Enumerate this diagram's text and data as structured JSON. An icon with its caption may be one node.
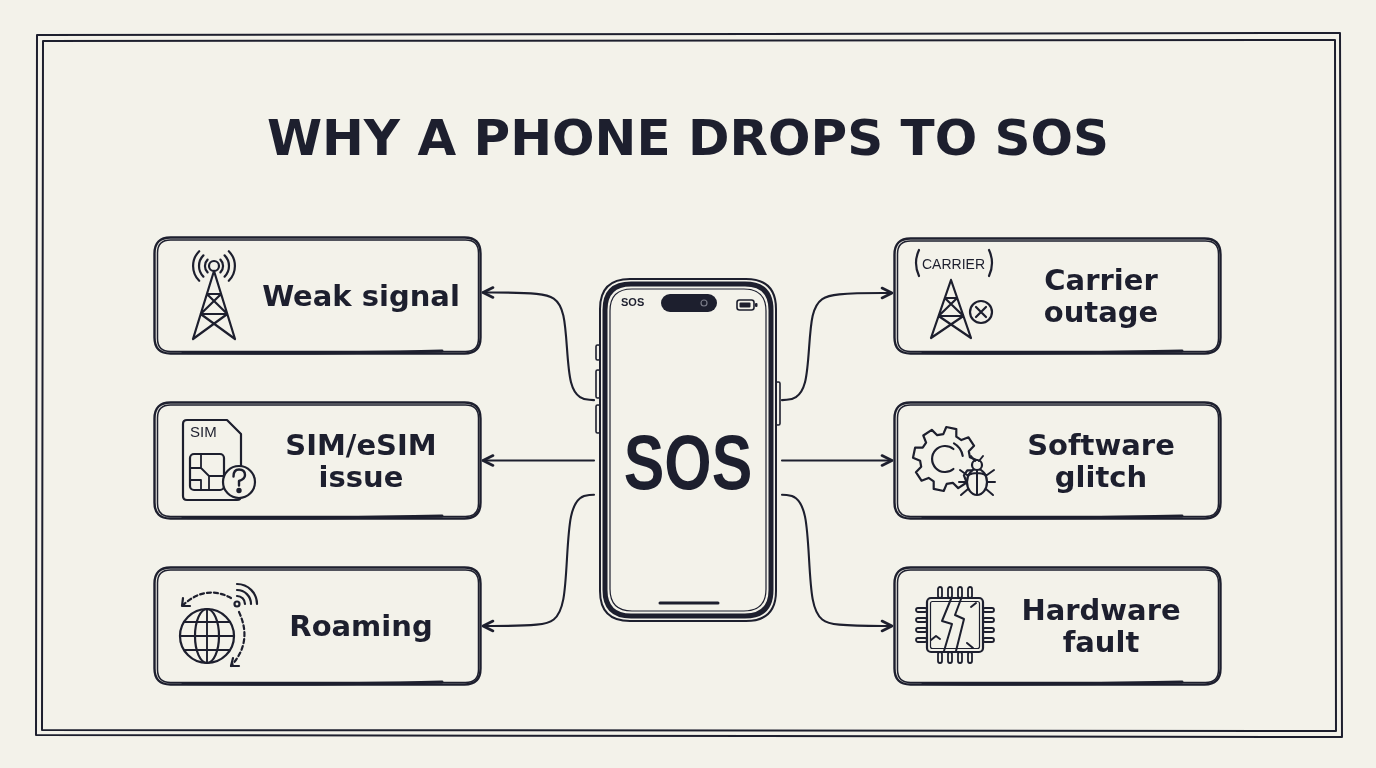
{
  "diagram": {
    "title": "WHY A PHONE DROPS TO SOS",
    "nodes": [
      {
        "text": [
          "SOS",
          "SOS"
        ]
      },
      {
        "text": [
          "Weak signal"
        ]
      },
      {
        "text": [
          "SIM",
          "SIM/eSIM issue"
        ]
      },
      {
        "text": [
          "Roaming"
        ]
      },
      {
        "text": [
          "CARRIER",
          "Carrier outage"
        ]
      },
      {
        "text": [
          "Software glitch"
        ]
      },
      {
        "text": [
          "Hardware fault"
        ]
      }
    ],
    "edges": [
      {
        "from": 0,
        "to": 1,
        "arrow": "to"
      },
      {
        "from": 0,
        "to": 2,
        "arrow": "to"
      },
      {
        "from": 0,
        "to": 3,
        "arrow": "to"
      },
      {
        "from": 0,
        "to": 4,
        "arrow": "to"
      },
      {
        "from": 0,
        "to": 5,
        "arrow": "to"
      },
      {
        "from": 0,
        "to": 6,
        "arrow": "to"
      }
    ]
  }
}
